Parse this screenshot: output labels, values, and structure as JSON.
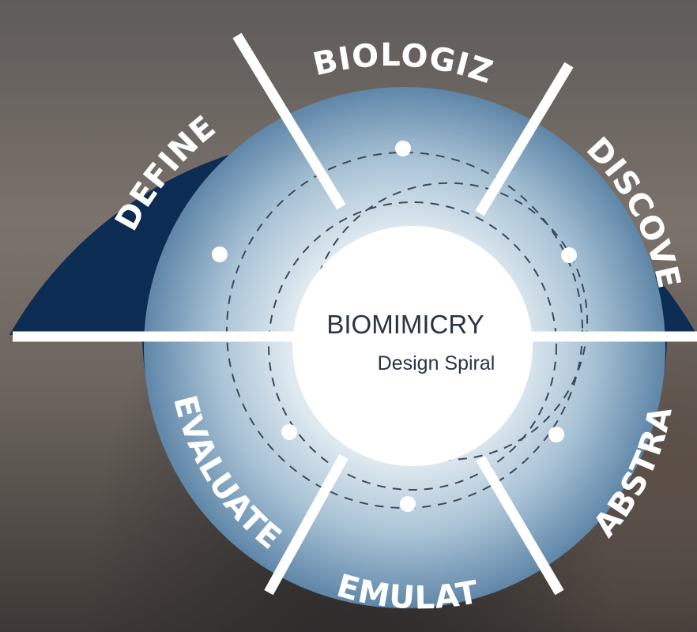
{
  "diagram": {
    "title": "BIOMIMICRY",
    "subtitle": "Design Spiral",
    "stages": [
      {
        "label": "DEFINE"
      },
      {
        "label": "BIOLOGIZE"
      },
      {
        "label": "DISCOVER"
      },
      {
        "label": "ABSTRACT"
      },
      {
        "label": "EMULATE"
      },
      {
        "label": "EVALUATE"
      }
    ]
  },
  "colors": {
    "segment": "#0d2c54",
    "divider": "#ffffff",
    "ring_light": "#c9dbe6",
    "ring_dark": "#7c9fbd",
    "center": "#ffffff",
    "text_dark": "#2a3442"
  }
}
